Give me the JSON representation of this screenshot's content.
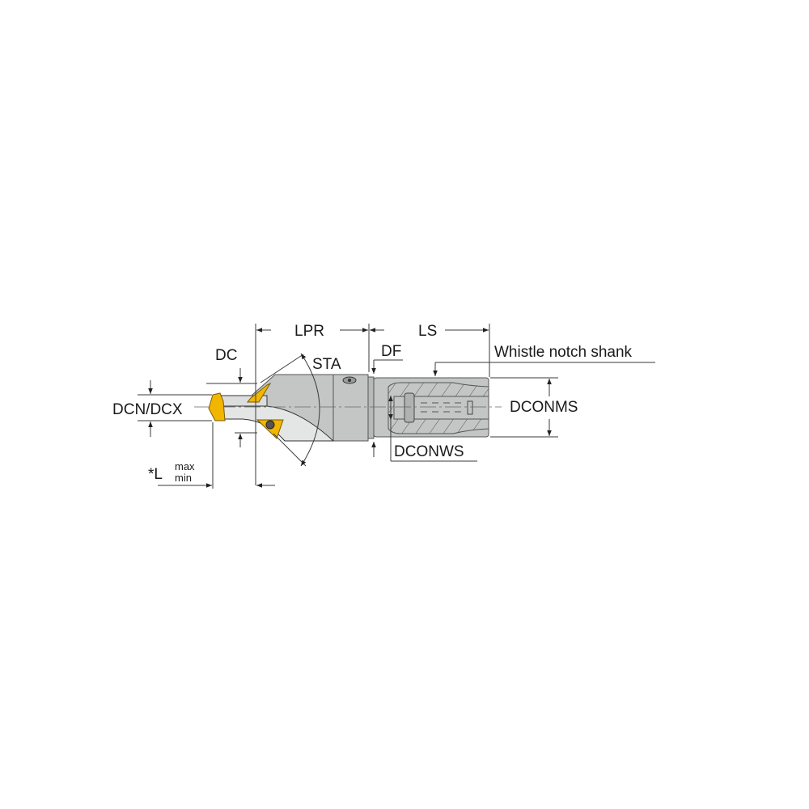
{
  "diagram": {
    "title": "Boring tool with whistle notch shank — dimension drawing",
    "labels": {
      "lpr": "LPR",
      "ls": "LS",
      "dc": "DC",
      "sta": "STA",
      "df": "DF",
      "whistle_notch_shank": "Whistle notch shank",
      "dcn_dcx": "DCN/DCX",
      "dconms": "DCONMS",
      "dconws": "DCONWS",
      "l_prefix": "*L",
      "l_max": "max",
      "l_min": "min"
    },
    "colors": {
      "body_gray": "#c4c6c6",
      "body_dark": "#a9abab",
      "insert_yellow": "#f2b600",
      "outline": "#333333",
      "dim_line": "#3a3a3a",
      "background": "#ffffff"
    }
  }
}
